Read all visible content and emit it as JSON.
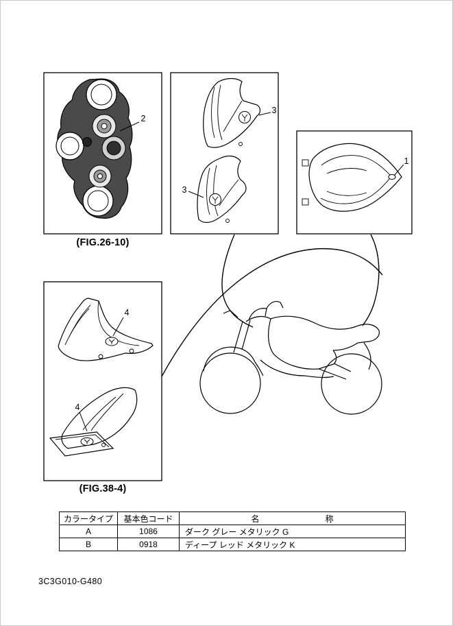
{
  "figures": {
    "fig_26_10": {
      "label": "(FIG.26-10)"
    },
    "fig_38_4": {
      "label": "(FIG.38-4)"
    }
  },
  "callouts": {
    "tail_cowl": "1",
    "triple_clamp": "2",
    "side_cowl_upper": "3",
    "side_cowl_lower": "3",
    "front_fairing_upper": "4",
    "front_fairing_lower": "4"
  },
  "color_table": {
    "headers": {
      "color_type": "カラータイプ",
      "base_color_code": "基本色コード",
      "name": "名　　　　　　　　称"
    },
    "rows": [
      {
        "color_type": "A",
        "code": "1086",
        "name": "ダーク グレー メタリック G"
      },
      {
        "color_type": "B",
        "code": "0918",
        "name": "ディープ レッド メタリック K"
      }
    ]
  },
  "footer": {
    "document_code": "3C3G010-G480"
  }
}
